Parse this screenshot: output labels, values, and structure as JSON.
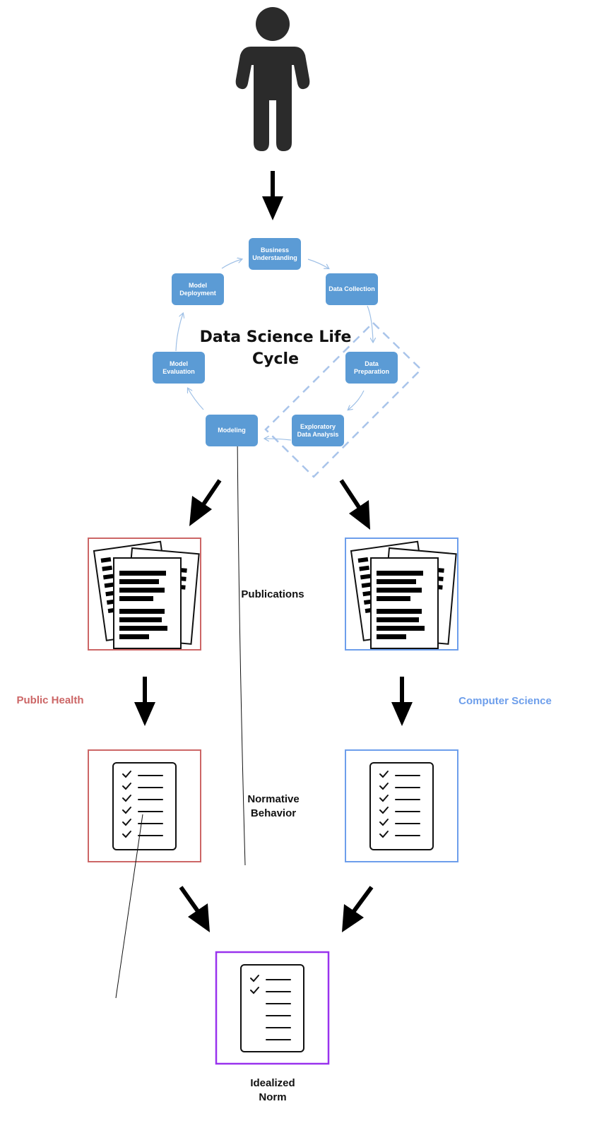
{
  "colors": {
    "public_health": "#cc6666",
    "computer_science": "#6d9eeb",
    "idealized": "#9933ee",
    "cycle_node": "#5b9bd5",
    "arrow": "#000000"
  },
  "cycle": {
    "title": "Data Science Life Cycle",
    "nodes": {
      "business_understanding": "Business Understanding",
      "data_collection": "Data Collection",
      "data_preparation": "Data Preparation",
      "exploratory_data_analysis": "Exploratory Data Analysis",
      "modeling": "Modeling",
      "model_evaluation": "Model Evaluation",
      "model_deployment": "Model Deployment"
    }
  },
  "labels": {
    "publications": "Publications",
    "normative_behavior": "Normative Behavior",
    "public_health": "Public Health",
    "computer_science": "Computer Science",
    "idealized_norm": "Idealized Norm"
  },
  "icons": {
    "person": "person-icon",
    "documents": "documents-icon",
    "checklist": "checklist-icon"
  }
}
